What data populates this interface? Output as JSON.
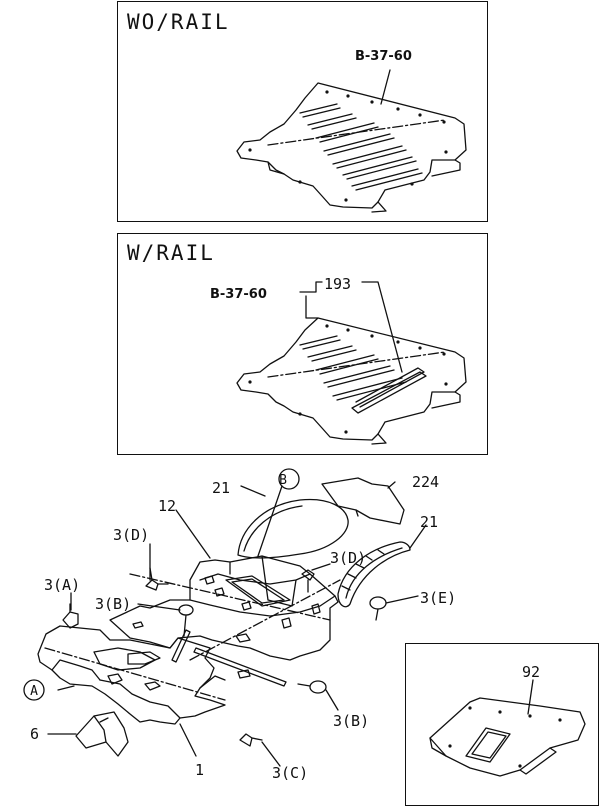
{
  "panels": {
    "wo_rail": {
      "title": "WO/RAIL",
      "ref": "B-37-60"
    },
    "w_rail": {
      "title": "W/RAIL",
      "ref": "B-37-60",
      "part": "193"
    },
    "detail": {
      "part": "92"
    }
  },
  "callouts": {
    "p21a": "21",
    "p21b": "21",
    "p224": "224",
    "p12": "12",
    "p3d_left": "3(D)",
    "p3d_right": "3(D)",
    "p3a": "3(A)",
    "p3b_left": "3(B)",
    "p3b_right": "3(B)",
    "p3e": "3(E)",
    "p3c": "3(C)",
    "p6": "6",
    "p1": "1",
    "circle_a": "A",
    "circle_b": "B"
  }
}
